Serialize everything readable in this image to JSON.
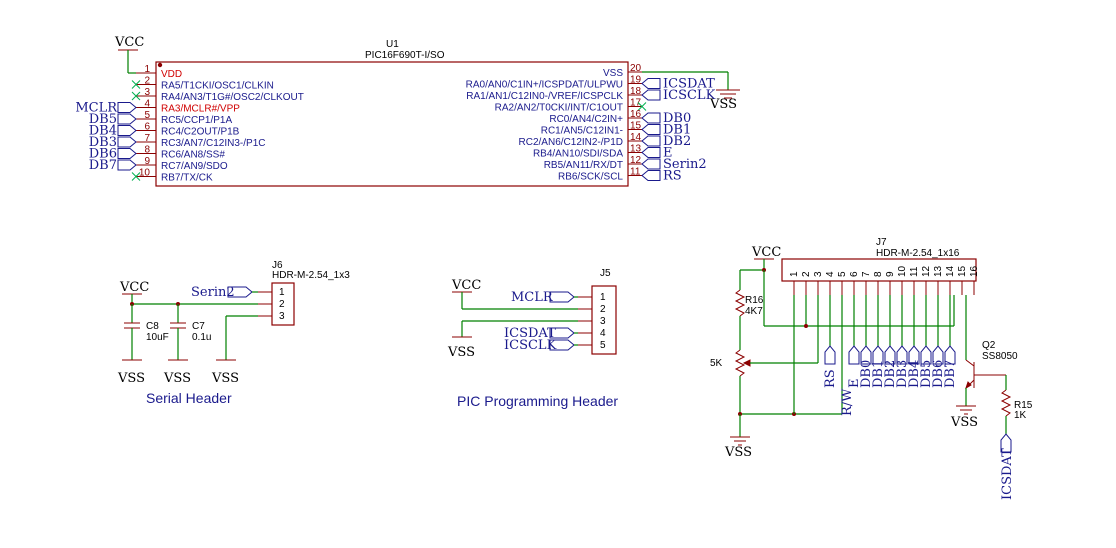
{
  "u1": {
    "ref": "U1",
    "part": "PIC16F690T-I/SO",
    "left_pins": [
      {
        "num": "1",
        "name": "VDD",
        "active": true
      },
      {
        "num": "2",
        "name": "RA5/T1CKI/OSC1/CLKIN",
        "active": false
      },
      {
        "num": "3",
        "name": "RA4/AN3/T1G#/OSC2/CLKOUT",
        "active": false
      },
      {
        "num": "4",
        "name": "RA3/MCLR#/VPP",
        "active": true
      },
      {
        "num": "5",
        "name": "RC5/CCP1/P1A",
        "active": false
      },
      {
        "num": "6",
        "name": "RC4/C2OUT/P1B",
        "active": false
      },
      {
        "num": "7",
        "name": "RC3/AN7/C12IN3-/P1C",
        "active": false
      },
      {
        "num": "8",
        "name": "RC6/AN8/SS#",
        "active": false
      },
      {
        "num": "9",
        "name": "RC7/AN9/SDO",
        "active": false
      },
      {
        "num": "10",
        "name": "RB7/TX/CK",
        "active": false
      }
    ],
    "right_pins": [
      {
        "num": "20",
        "name": "VSS"
      },
      {
        "num": "19",
        "name": "RA0/AN0/C1IN+/ICSPDAT/ULPWU"
      },
      {
        "num": "18",
        "name": "RA1/AN1/C12IN0-/VREF/ICSPCLK"
      },
      {
        "num": "17",
        "name": "RA2/AN2/T0CKI/INT/C1OUT"
      },
      {
        "num": "16",
        "name": "RC0/AN4/C2IN+"
      },
      {
        "num": "15",
        "name": "RC1/AN5/C12IN1-"
      },
      {
        "num": "14",
        "name": "RC2/AN6/C12IN2-/P1D"
      },
      {
        "num": "13",
        "name": "RB4/AN10/SDI/SDA"
      },
      {
        "num": "12",
        "name": "RB5/AN11/RX/DT"
      },
      {
        "num": "11",
        "name": "RB6/SCK/SCL"
      }
    ],
    "left_nets": [
      "",
      "",
      "",
      "MCLR",
      "DB5",
      "DB4",
      "DB3",
      "DB6",
      "DB7",
      ""
    ],
    "right_nets": [
      "",
      "ICSDAT",
      "ICSCLK",
      "",
      "DB0",
      "DB1",
      "DB2",
      "E",
      "Serin2",
      "RS"
    ]
  },
  "power": {
    "vcc": "VCC",
    "vss": "VSS"
  },
  "j6": {
    "ref": "J6",
    "part": "HDR-M-2.54_1x3",
    "pins": [
      "1",
      "2",
      "3"
    ],
    "net": "Serin2",
    "title": "Serial Header"
  },
  "c8": {
    "ref": "C8",
    "value": "10uF"
  },
  "c7": {
    "ref": "C7",
    "value": "0.1u"
  },
  "j5": {
    "ref": "J5",
    "pins": [
      "1",
      "2",
      "3",
      "4",
      "5"
    ],
    "nets": [
      "MCLR",
      "",
      "",
      "ICSDAT",
      "ICSCLK"
    ],
    "title": "PIC Programming Header"
  },
  "j7": {
    "ref": "J7",
    "part": "HDR-M-2.54_1x16",
    "pins": [
      "1",
      "2",
      "3",
      "4",
      "5",
      "6",
      "7",
      "8",
      "9",
      "10",
      "11",
      "12",
      "13",
      "14",
      "15",
      "16"
    ],
    "nets": [
      "RS",
      "E",
      "DB0",
      "DB1",
      "DB2",
      "DB3",
      "DB4",
      "DB5",
      "DB6",
      "DB7"
    ],
    "rw_label": "R/W"
  },
  "r16": {
    "ref": "R16",
    "value": "4K7"
  },
  "pot": {
    "value": "5K"
  },
  "q2": {
    "ref": "Q2",
    "part": "SS8050"
  },
  "r15": {
    "ref": "R15",
    "value": "1K"
  },
  "icsdat_label": "ICSDAT"
}
